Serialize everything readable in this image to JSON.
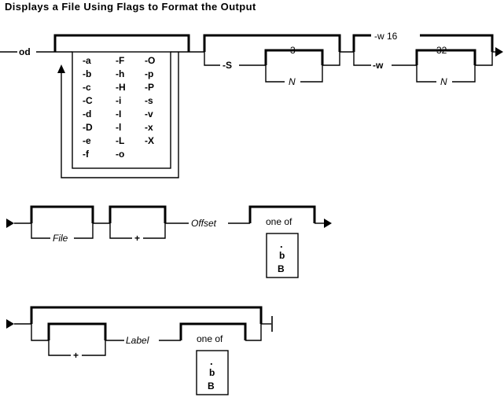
{
  "title": "Displays a File Using Flags to Format the Output",
  "row1": {
    "command": "od",
    "flags": [
      "-a",
      "-F",
      "-O",
      "-b",
      "-h",
      "-p",
      "-c",
      "-H",
      "-P",
      "-C",
      "-i",
      "-s",
      "-d",
      "-I",
      "-v",
      "-D",
      "-l",
      "-x",
      "-e",
      "-L",
      "-X",
      "-f",
      "-o"
    ],
    "s_flag": "-S",
    "s_default": "3",
    "s_var": "N",
    "w_default": "-w 16",
    "w_flag": "-w",
    "w_value": "32",
    "w_var": "N"
  },
  "row2": {
    "file": "File",
    "plus": "+",
    "offset": "Offset",
    "one_of": "one of",
    "dot": ".",
    "b": "b",
    "B": "B"
  },
  "row3": {
    "plus": "+",
    "label": "Label",
    "one_of": "one of",
    "dot": ".",
    "b": "b",
    "B": "B"
  }
}
